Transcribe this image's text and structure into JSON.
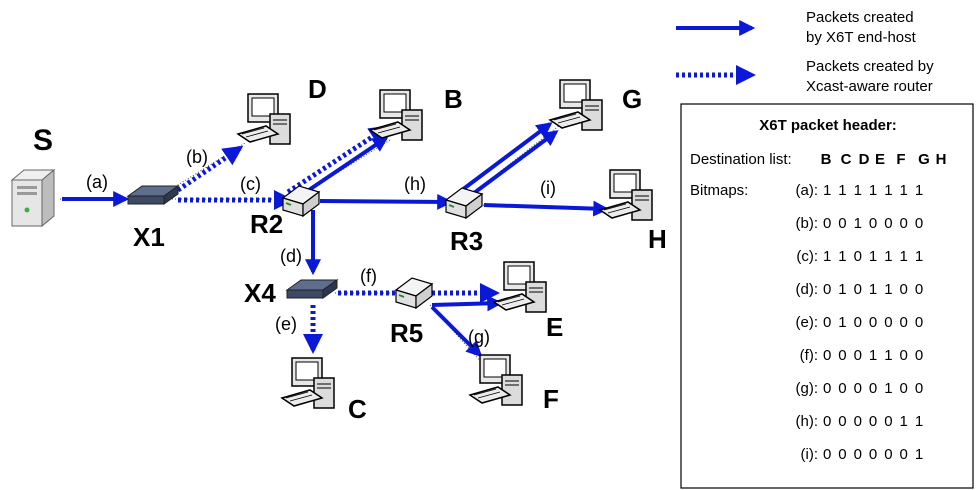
{
  "legend": {
    "solid_label_line1": "Packets created",
    "solid_label_line2": "by X6T end-host",
    "dotted_label_line1": "Packets created by",
    "dotted_label_line2": "Xcast-aware router"
  },
  "nodes": {
    "S": "S",
    "X1": "X1",
    "R2": "R2",
    "R3": "R3",
    "X4": "X4",
    "R5": "R5",
    "B": "B",
    "C": "C",
    "D": "D",
    "E": "E",
    "F": "F",
    "G": "G",
    "H": "H"
  },
  "links": {
    "a": "(a)",
    "b": "(b)",
    "c": "(c)",
    "d": "(d)",
    "e": "(e)",
    "f": "(f)",
    "g": "(g)",
    "h": "(h)",
    "i": "(i)"
  },
  "header_box": {
    "title": "X6T packet header:",
    "dest_label": "Destination list:",
    "dest_list": [
      "B",
      "C",
      "D",
      "E",
      "F",
      "G",
      "H"
    ],
    "bitmaps_label": "Bitmaps:",
    "bitmaps": [
      {
        "label": "(a):",
        "bits": "1 1 1 1 1 1 1"
      },
      {
        "label": "(b):",
        "bits": "0 0 1 0 0 0 0"
      },
      {
        "label": "(c):",
        "bits": "1 1 0 1 1 1 1"
      },
      {
        "label": "(d):",
        "bits": "0 1 0 1 1 0 0"
      },
      {
        "label": "(e):",
        "bits": "0 1 0 0 0 0 0"
      },
      {
        "label": "(f):",
        "bits": "0 0 0 1 1 0 0"
      },
      {
        "label": "(g):",
        "bits": "0 0 0 0 1 0 0"
      },
      {
        "label": "(h):",
        "bits": "0 0 0 0 0 1 1"
      },
      {
        "label": "(i):",
        "bits": "0 0 0 0 0 0 1"
      }
    ]
  },
  "colors": {
    "arrow": "#0a18d8"
  },
  "icons": {
    "server": "server-icon",
    "router": "router-icon",
    "xcast_router": "xcast-router-icon",
    "computer": "computer-icon"
  }
}
